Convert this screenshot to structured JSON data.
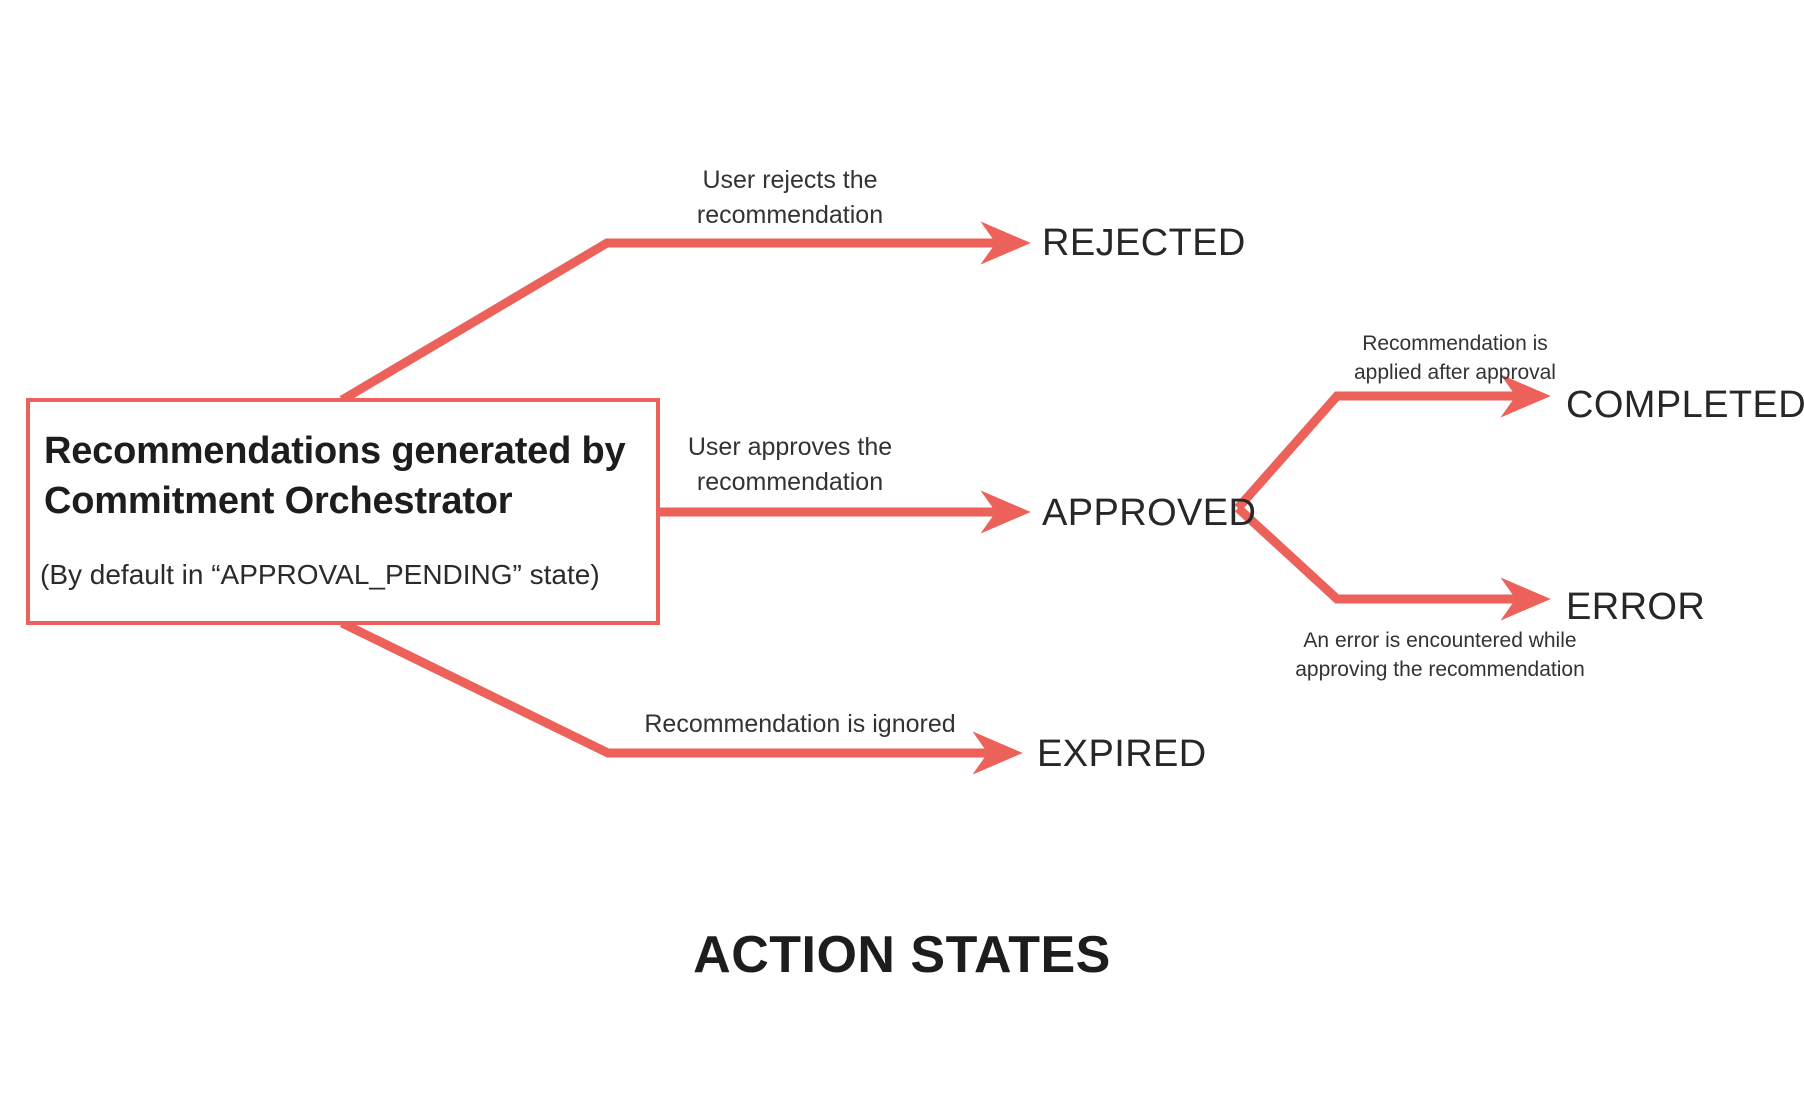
{
  "diagram": {
    "title": "ACTION STATES",
    "accent_color": "#ec6159",
    "text_color": "#272727",
    "background": "#ffffff",
    "source_node": {
      "title": "Recommendations generated by Commitment Orchestrator",
      "subtitle": "(By default in “APPROVAL_PENDING” state)",
      "border_color": "#ec6159"
    },
    "states": {
      "rejected": "REJECTED",
      "approved": "APPROVED",
      "expired": "EXPIRED",
      "completed": "COMPLETED",
      "error": "ERROR"
    },
    "transitions": {
      "to_rejected": "User rejects the\nrecommendation",
      "to_approved": "User approves the\nrecommendation",
      "to_expired": "Recommendation is ignored",
      "to_completed": "Recommendation is\napplied after approval",
      "to_error": "An error is encountered while\napproving the recommendation"
    }
  }
}
